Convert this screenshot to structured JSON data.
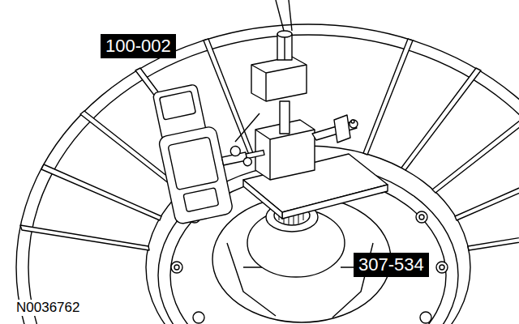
{
  "diagram": {
    "labels": [
      "100-002",
      "307-534",
      "N0036762"
    ]
  }
}
